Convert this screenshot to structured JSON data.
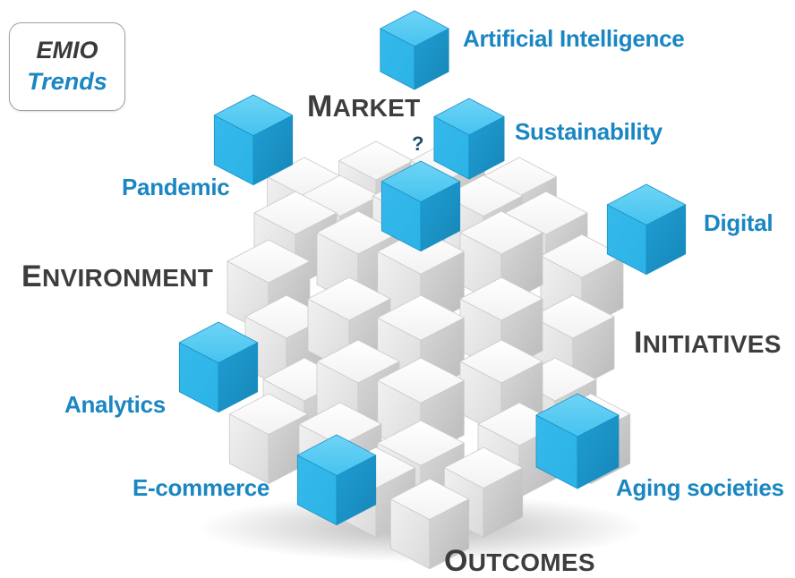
{
  "brand": {
    "line1": "EMIO",
    "line2": "Trends",
    "text_color": "#3a3a3a",
    "accent_color": "#1a86c2"
  },
  "categories": {
    "market": {
      "cap": "M",
      "rest": "ARKET"
    },
    "environment": {
      "cap": "E",
      "rest": "NVIRONMENT"
    },
    "initiatives": {
      "cap": "I",
      "rest": "NITIATIVES"
    },
    "outcomes": {
      "cap": "O",
      "rest": "UTCOMES"
    }
  },
  "question_mark": "?",
  "trends": {
    "artificial_intelligence": "Artificial Intelligence",
    "sustainability": "Sustainability",
    "pandemic": "Pandemic",
    "digital": "Digital",
    "analytics": "Analytics",
    "e_commerce": "E-commerce",
    "aging_societies": "Aging societies"
  },
  "colors": {
    "highlight_cube": "#2bb3e6",
    "base_cube": "#eeeeee",
    "trend_text": "#1a86c2",
    "category_text": "#3d3d3d"
  }
}
